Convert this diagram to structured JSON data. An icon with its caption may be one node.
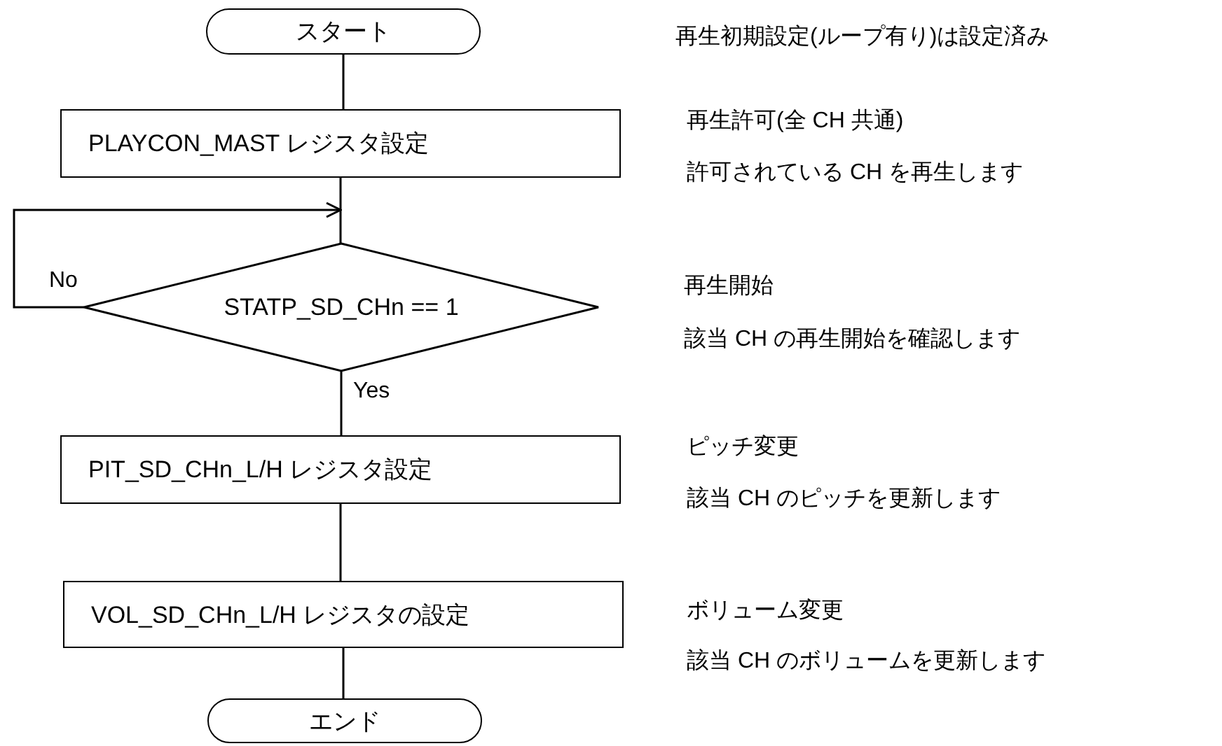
{
  "diagram": {
    "nodes": [
      {
        "text": [
          "スタート"
        ]
      },
      {
        "text": [
          "PLAYCON_MAST レジスタ設定"
        ],
        "beside": [
          "再生許可(全 CH 共通)",
          "許可されている CH を再生します"
        ]
      },
      {
        "text": [
          "STATP_SD_CHn == 1"
        ],
        "beside": [
          "再生開始",
          "該当 CH の再生開始を確認します"
        ]
      },
      {
        "text": [
          "PIT_SD_CHn_L/H レジスタ設定"
        ],
        "beside": [
          "ピッチ変更",
          "該当 CH のピッチを更新します"
        ]
      },
      {
        "text": [
          "VOL_SD_CHn_L/H レジスタの設定"
        ],
        "beside": [
          "ボリューム変更",
          "該当 CH のボリュームを更新します"
        ]
      },
      {
        "text": [
          "エンド"
        ]
      }
    ],
    "edges": [
      {
        "from": 0,
        "to": 1,
        "arrow": "none"
      },
      {
        "from": 1,
        "to": 2,
        "arrow": "none"
      },
      {
        "from": 2,
        "to": 1,
        "arrow": "to",
        "label": "No"
      },
      {
        "from": 2,
        "to": 3,
        "arrow": "none",
        "label": "Yes"
      },
      {
        "from": 3,
        "to": 4,
        "arrow": "none"
      },
      {
        "from": 4,
        "to": 5,
        "arrow": "none"
      }
    ],
    "labels": [
      "再生初期設定(ループ有り)は設定済み"
    ]
  }
}
